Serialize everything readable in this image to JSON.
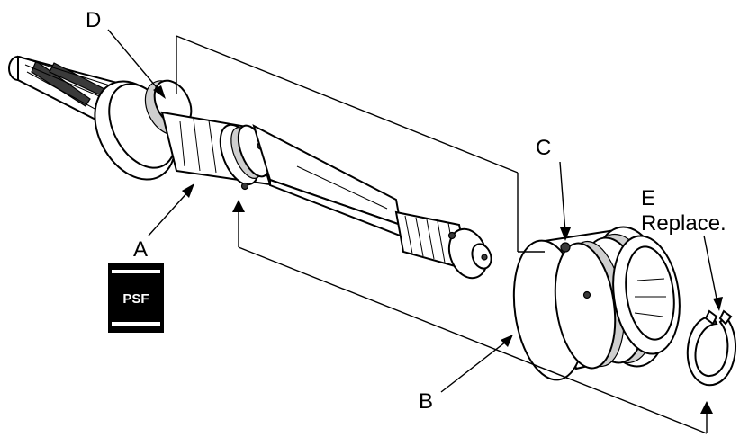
{
  "labels": {
    "a": "A",
    "b": "B",
    "c": "C",
    "d": "D",
    "e": "E",
    "e_note": "Replace."
  },
  "badge": {
    "text": "PSF",
    "icon": "fluid-container-icon"
  }
}
